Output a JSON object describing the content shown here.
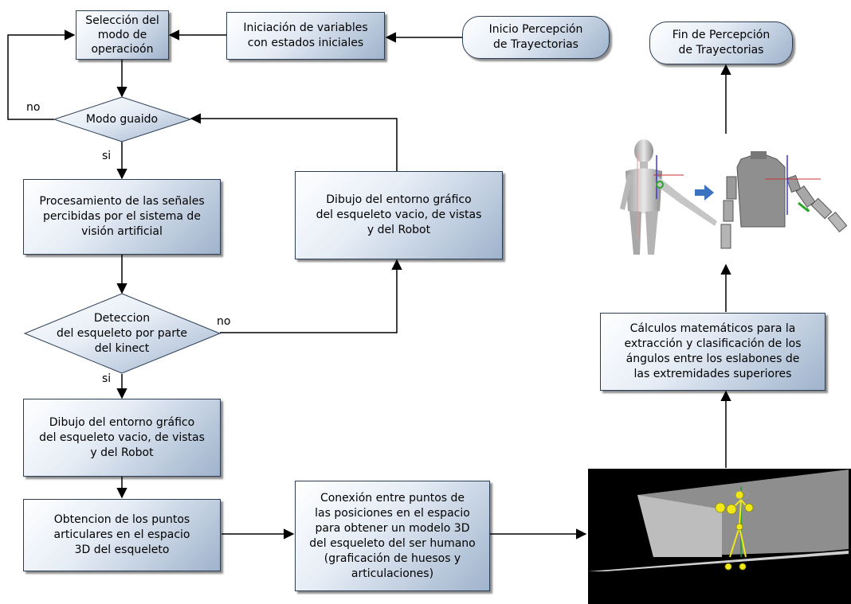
{
  "nodes": {
    "inicio": "Inicio Percepción\nde Trayectorias",
    "iniciacion": "Iniciación de variables\ncon estados iniciales",
    "seleccion": "Selección del\nmodo de\noperacioón",
    "modo_guiado": "Modo guaido",
    "procesamiento": "Procesamiento de las señales\npercibidas por el sistema de\nvisión artificial",
    "dibujo_no": "Dibujo del entorno gráfico\ndel esqueleto vacio, de vistas\ny del Robot",
    "deteccion": "Deteccion\ndel esqueleto por parte\ndel kinect",
    "dibujo_si": "Dibujo del entorno gráfico\ndel esqueleto vacio, de vistas\ny del Robot",
    "obtencion": "Obtencion de los puntos\narticulares en el espacio\n3D del esqueleto",
    "conexion": "Conexión entre puntos de\nlas posiciones en el espacio\npara obtener un modelo 3D\ndel esqueleto del ser humano\n(graficación de huesos y\narticulaciones)",
    "calculos": "Cálculos matemáticos para la\nextracción y clasificación de los\nángulos entre los eslabones de\nlas extremidades superiores",
    "fin": "Fin de Percepción\nde Trayectorias"
  },
  "labels": {
    "no_modo": "no",
    "si_modo": "si",
    "no_deteccion": "no",
    "si_deteccion": "si"
  },
  "colors": {
    "box_light": "#ffffff",
    "box_dark": "#9fb3cc",
    "border": "#2c3e55",
    "arrow": "#000000",
    "skeleton": "#f0e81a"
  }
}
